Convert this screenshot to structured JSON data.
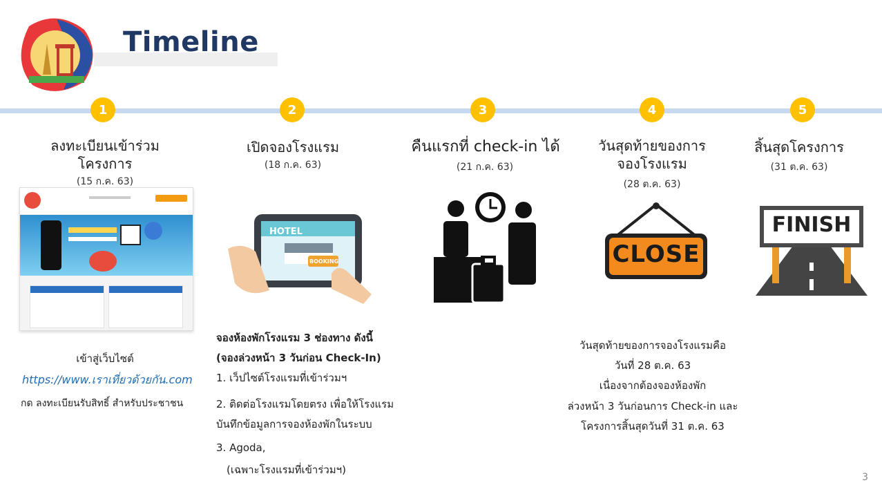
{
  "header": {
    "title": "Timeline"
  },
  "steps": [
    {
      "num": "1",
      "title_line1": "ลงทะเบียนเข้าร่วม",
      "title_line2": "โครงการ",
      "date": "(15 ก.ค. 63)"
    },
    {
      "num": "2",
      "title_line1": "เปิดจองโรงแรม",
      "date": "(18 ก.ค. 63)"
    },
    {
      "num": "3",
      "title_line1": "คืนแรกที่ check-in ได้",
      "date": "(21 ก.ค. 63)"
    },
    {
      "num": "4",
      "title_line1": "วันสุดท้ายของการ",
      "title_line2": "จองโรงแรม",
      "date": "(28 ต.ค. 63)"
    },
    {
      "num": "5",
      "title_line1": "สิ้นสุดโครงการ",
      "date": "(31 ต.ค. 63)"
    }
  ],
  "col1": {
    "line1": "เข้าสู่เว็บไซต์",
    "url": "https://www.เราเที่ยวด้วยกัน.com",
    "line3": "กด ลงทะเบียนรับสิทธิ์ สำหรับประชาชน"
  },
  "col2": {
    "heading1": "จองห้องพักโรงแรม 3 ช่องทาง ดังนี้",
    "heading2": "(จองล่วงหน้า 3 วันก่อน Check-In)",
    "item1": "1. เว็ปไซต์โรงแรมที่เข้าร่วมฯ",
    "item2_line1": "2. ติดต่อโรงแรมโดยตรง เพื่อให้โรงแรม",
    "item2_line2": "บันทึกข้อมูลการจองห้องพักในระบบ",
    "item3_line1": "3. Agoda,",
    "item3_line2": "(เฉพาะโรงแรมที่เข้าร่วมฯ)"
  },
  "col4": {
    "blue1": "วันสุดท้ายของการจองโรงแรมคือ",
    "blue2": "วันที่ 28 ต.ค. 63",
    "line3": "เนื่องจากต้องจองห้องพัก",
    "line4": "ล่วงหน้า 3 วันก่อนการ Check-in และ",
    "line5": "โครงการสิ้นสุดวันที่ 31 ต.ค. 63"
  },
  "images": {
    "hotel_sign": "HOTEL",
    "booking_label": "BOOKING",
    "close_sign": "CLOSE",
    "finish_sign": "FINISH"
  },
  "page_number": "3",
  "colors": {
    "accent": "#ffc000",
    "title": "#1f3864",
    "timeline": "#c6d9ee",
    "link": "#1f6db5"
  }
}
